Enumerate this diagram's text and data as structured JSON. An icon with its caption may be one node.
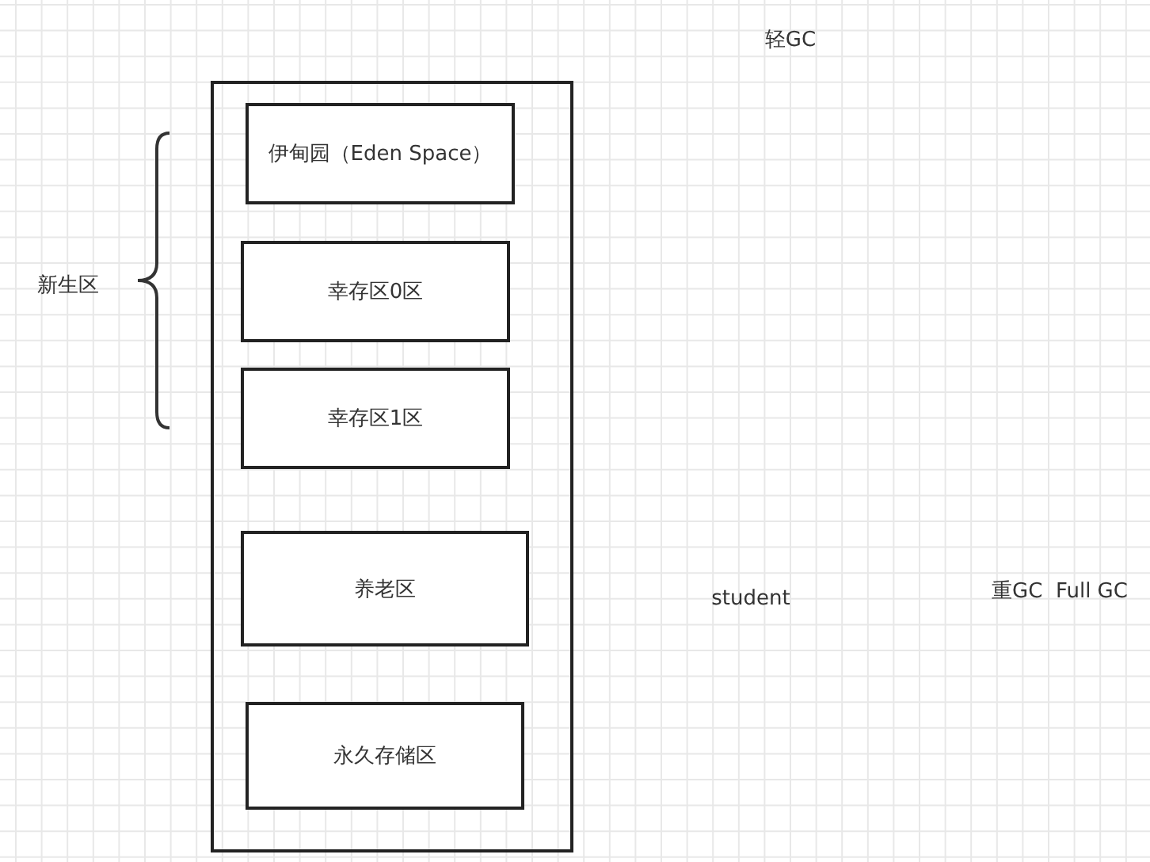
{
  "diagram": {
    "nodes": [
      {
        "text": [],
        "shape": "box"
      },
      {
        "text": [
          "伊甸园（Eden Space）"
        ],
        "in": 0
      },
      {
        "text": [
          "幸存区0区"
        ],
        "in": 0
      },
      {
        "text": [
          "幸存区1区"
        ],
        "in": 0
      },
      {
        "text": [
          "养老区"
        ],
        "in": 0
      },
      {
        "text": [
          "永久存储区"
        ],
        "in": 0
      }
    ],
    "labels": [
      "轻GC",
      "新生区",
      "student",
      "重GC  Full GC"
    ]
  }
}
